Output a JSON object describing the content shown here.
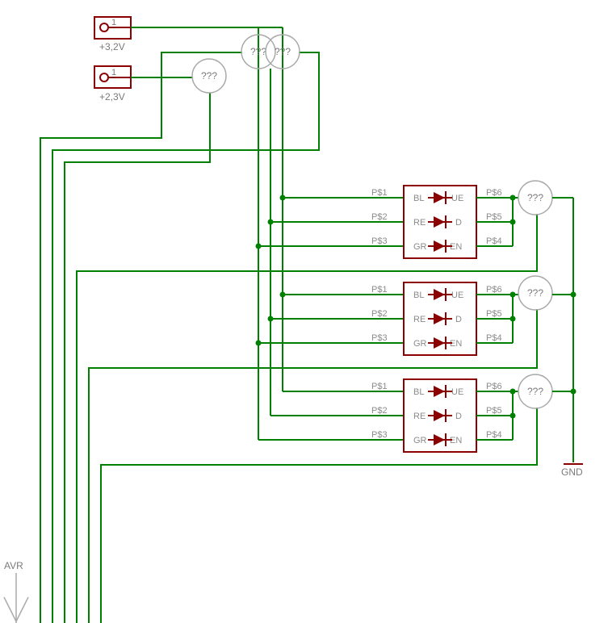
{
  "connectors": [
    {
      "pin": "1",
      "label": "+3,2V"
    },
    {
      "pin": "1",
      "label": "+2,3V"
    }
  ],
  "unknown_parts": [
    "???",
    "???",
    "???",
    "???",
    "???",
    "???"
  ],
  "leds": [
    {
      "pins_left": [
        "P$1",
        "P$2",
        "P$3"
      ],
      "pins_right": [
        "P$6",
        "P$5",
        "P$4"
      ],
      "inner_left": [
        "BL",
        "RE",
        "GR"
      ],
      "inner_right": [
        "UE",
        "D",
        "EN"
      ]
    },
    {
      "pins_left": [
        "P$1",
        "P$2",
        "P$3"
      ],
      "pins_right": [
        "P$6",
        "P$5",
        "P$4"
      ],
      "inner_left": [
        "BL",
        "RE",
        "GR"
      ],
      "inner_right": [
        "UE",
        "D",
        "EN"
      ]
    },
    {
      "pins_left": [
        "P$1",
        "P$2",
        "P$3"
      ],
      "pins_right": [
        "P$6",
        "P$5",
        "P$4"
      ],
      "inner_left": [
        "BL",
        "RE",
        "GR"
      ],
      "inner_right": [
        "UE",
        "D",
        "EN"
      ]
    }
  ],
  "ground_label": "GND",
  "bus_label": "AVR",
  "colors": {
    "wire": "#008000",
    "part": "#8b0000",
    "ghost": "#a9a9a9"
  }
}
